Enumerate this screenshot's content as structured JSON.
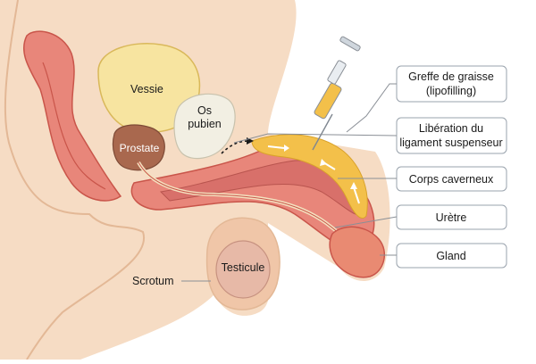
{
  "labels": {
    "vessie": "Vessie",
    "prostate": "Prostate",
    "os_pubien_1": "Os",
    "os_pubien_2": "pubien",
    "scrotum": "Scrotum",
    "testicule": "Testicule"
  },
  "callouts": [
    {
      "line1": "Greffe de graisse",
      "line2": "(lipofilling)"
    },
    {
      "line1": "Libération du",
      "line2": "ligament suspenseur"
    },
    {
      "line1": "Corps caverneux",
      "line2": ""
    },
    {
      "line1": "Urètre",
      "line2": ""
    },
    {
      "line1": "Gland",
      "line2": ""
    }
  ],
  "colors": {
    "skin": "#f6dcc4",
    "skin_edge": "#e3b896",
    "muscle": "#e8867a",
    "muscle_dark": "#c9554a",
    "bladder": "#f7e4a0",
    "prostate": "#a9684e",
    "bone": "#f2efe3",
    "fat": "#f3c04a",
    "gland": "#e98a72"
  }
}
